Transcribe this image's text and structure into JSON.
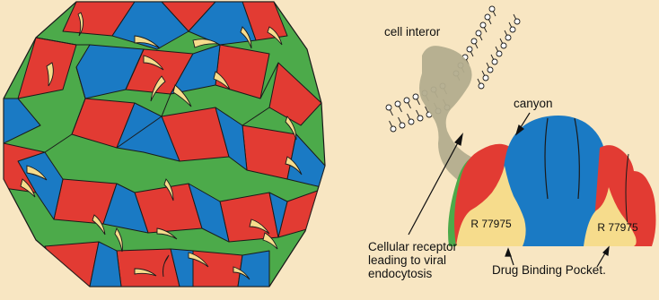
{
  "colors": {
    "background": "#f8e6c2",
    "red": "#e23b33",
    "green": "#4caa4a",
    "blue": "#1a7ac4",
    "yellow": "#f6dc8c",
    "bilayer_head": "#ffffff",
    "receptor": "#b3ad8e",
    "outline": "#1a1a1a"
  },
  "labels": {
    "cell_interior": "cell interor",
    "canyon": "canyon",
    "cellular_receptor": "Cellular receptor leading to viral endocytosis",
    "drug_pocket": "Drug Binding Pocket.",
    "compound_left": "R 77975",
    "compound_right": "R 77975"
  }
}
